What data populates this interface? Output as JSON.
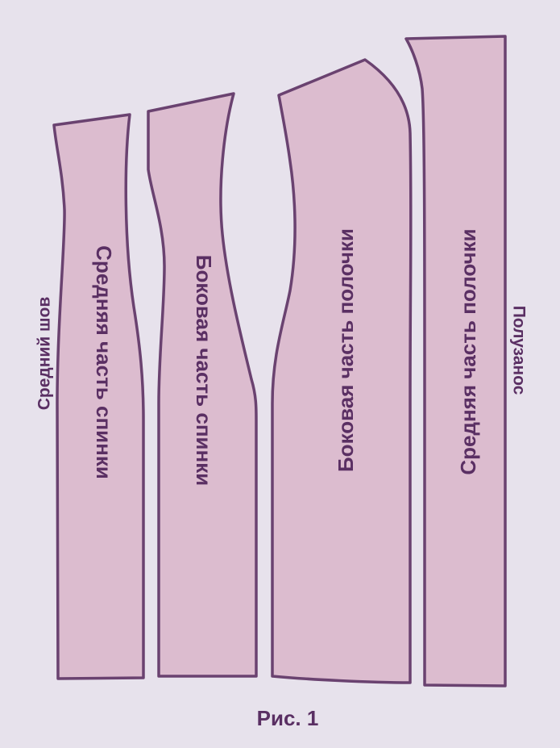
{
  "figure": {
    "caption": "Рис. 1"
  },
  "pieces": {
    "back_center": {
      "label": "Средняя часть спинки"
    },
    "back_side": {
      "label": "Боковая часть спинки"
    },
    "front_side": {
      "label": "Боковая часть полочки"
    },
    "front_center": {
      "label": "Средняя часть полочки"
    }
  },
  "edge_labels": {
    "center_seam": "Средний шов",
    "half_overlap": "Полузанос"
  },
  "colors": {
    "background": "#e7e2ec",
    "piece_fill": "#dcbccf",
    "outline": "#6a4270",
    "text": "#5a2f63"
  }
}
